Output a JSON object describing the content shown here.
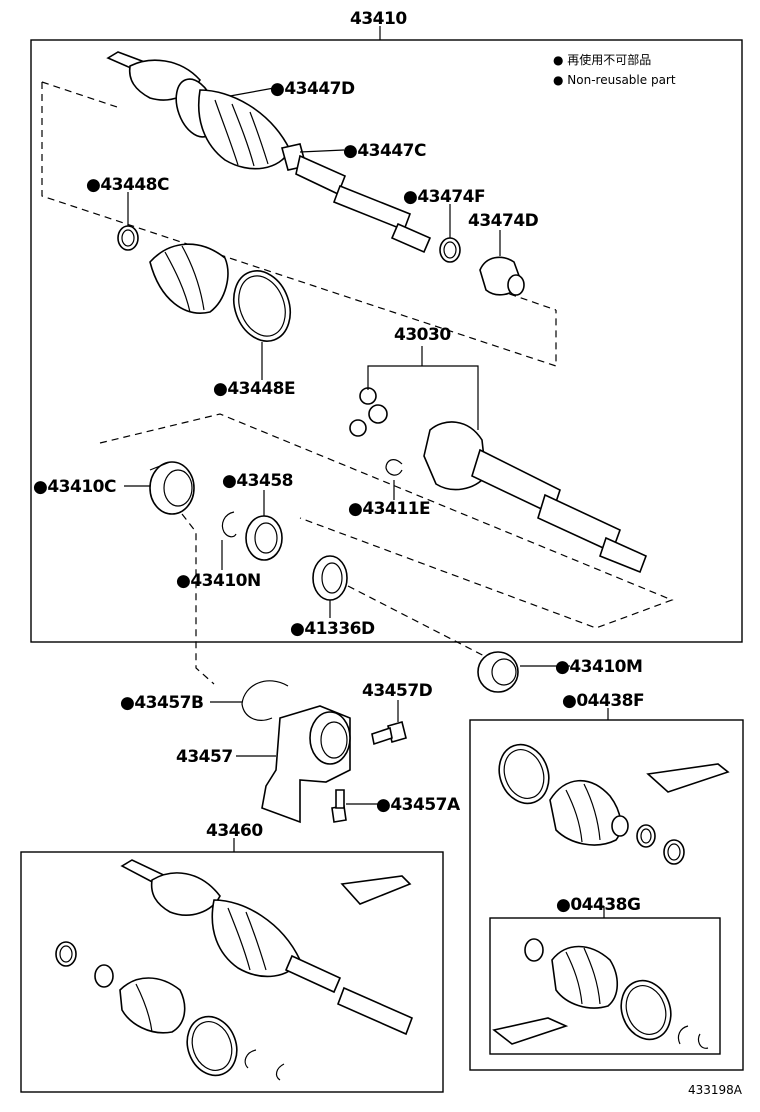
{
  "diagram": {
    "labels": {
      "l43410": "43410",
      "l43447D": "●43447D",
      "l43447C": "●43447C",
      "l43448C": "●43448C",
      "l43474F": "●43474F",
      "l43474D": "43474D",
      "l43030": "43030",
      "l43448E": "●43448E",
      "l43410C": "●43410C",
      "l43458": "●43458",
      "l43411E": "●43411E",
      "l43410N": "●43410N",
      "l41336D": "●41336D",
      "l43410M": "●43410M",
      "l43457B": "●43457B",
      "l43457D": "43457D",
      "l43457": "43457",
      "l43457A": "●43457A",
      "l04438F": "●04438F",
      "l43460": "43460",
      "l04438G": "●04438G"
    },
    "legend": {
      "jp": "● 再使用不可部品",
      "en": "● Non-reusable part"
    },
    "figure_code": "433198A"
  }
}
